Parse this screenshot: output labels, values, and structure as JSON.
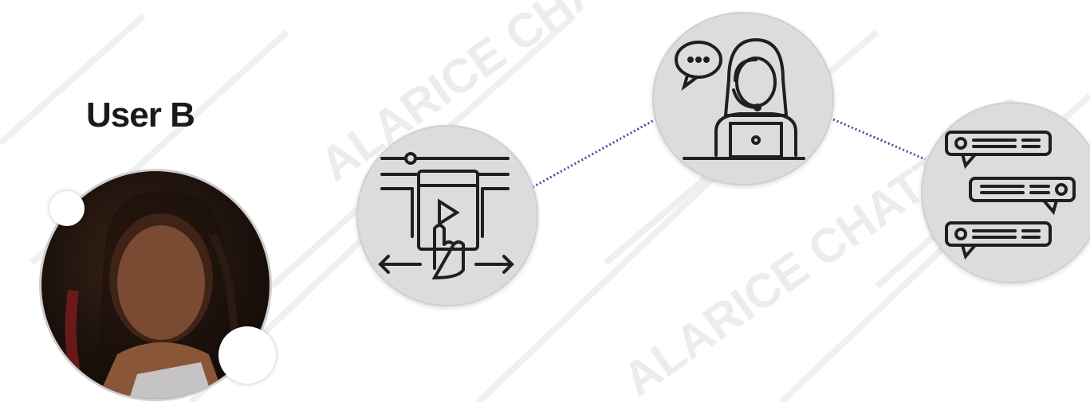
{
  "user": {
    "title": "User B"
  },
  "nodes": [
    {
      "id": "video-player",
      "icon": "video-player-touch-icon"
    },
    {
      "id": "support-agent",
      "icon": "support-agent-headset-icon"
    },
    {
      "id": "chat-messages",
      "icon": "chat-messages-icon"
    }
  ],
  "connectors": {
    "style": "dotted",
    "color": "#3a4fa0"
  },
  "watermark": {
    "text": "ALARICE CHATTERS"
  }
}
